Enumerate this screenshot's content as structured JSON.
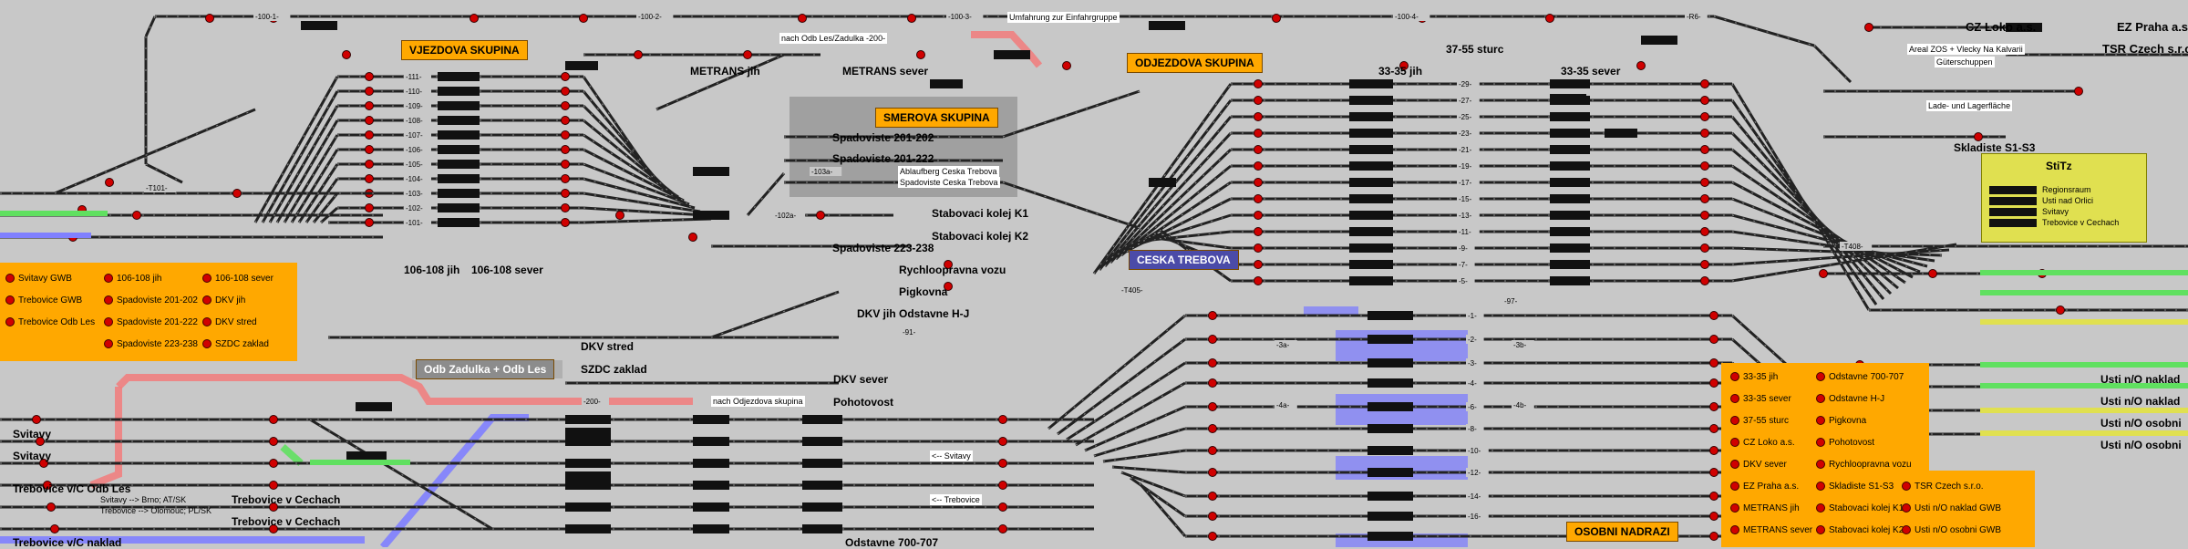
{
  "colors": {
    "background": "#c8c8c8",
    "track": "#222222",
    "signal_red": "#d00000",
    "orange_panel": "#ffa800",
    "grey_panel": "#8c8c8c",
    "blue_panel": "#4b4ba8",
    "yellow_panel": "#e0e050",
    "lavender": "#9090f0",
    "route_red": "#f08080",
    "route_blue": "#8080ff",
    "route_green": "#60e060"
  },
  "groups": {
    "vjezdova": "VJEZDOVA SKUPINA",
    "odjezdova": "ODJEZDOVA SKUPINA",
    "smerova": "SMEROVA SKUPINA",
    "ceska_trebova": "CESKA TREBOVA",
    "odb_zadulka": "Odb Zadulka + Odb Les",
    "osobni": "OSOBNI NADRAZI",
    "stitz": "StiTz"
  },
  "labels": {
    "umfahrung": "Umfahrung zur Einfahrgruppe",
    "nach_odb_les": "nach Odb Les/Zadulka -200-",
    "metrans_sever": "METRANS sever",
    "metrans_jih": "METRANS jih",
    "spad_201_202": "Spadoviste 201-202",
    "spad_201_222": "Spadoviste 201-222",
    "ablaufberg": "Ablaufberg Ceska Trebova",
    "spad_ct": "Spadoviste Ceska Trebova",
    "stab_k1": "Stabovaci kolej K1",
    "stab_k2": "Stabovaci kolej K2",
    "spad_223_238": "Spadoviste 223-238",
    "rychlo": "Rychloopravna vozu",
    "pigkovna": "Pigkovna",
    "dkv_jih": "DKV jih",
    "odstavne_hj": "Odstavne H-J",
    "dkv_stred": "DKV stred",
    "szdc_zaklad": "SZDC zaklad",
    "dkv_sever": "DKV sever",
    "pohotovost": "Pohotovost",
    "odstavne_700": "Odstavne 700-707",
    "svitavy_top": "Svitavy",
    "svitavy_bot": "Svitavy",
    "trebovice_odb_les": "Trebovice v/C Odb Les",
    "trebovice_v_cechach_1": "Trebovice v Cechach",
    "trebovice_v_cechach_2": "Trebovice v Cechach",
    "trebovice_naklad": "Trebovice v/C naklad",
    "svitavy_brno": "Svitavy --> Brno; AT/SK",
    "trebovice_olomouc": "Trebovice --> Olomouc; PL/SK",
    "nach_odjezdova": "nach Odjezdova skupina",
    "arrow_svitavy": "<-- Svitavy",
    "arrow_trebovice": "<-- Trebovice",
    "cz_loko": "CZ Loko a.s.",
    "ez_praha": "EZ Praha a.s.",
    "tsr_czech": "TSR Czech s.r.o.",
    "areal_zos": "Areal ZOS + Vlecky Na Kalvarii",
    "guterschuppen": "Güterschuppen",
    "lade": "Lade- und Lagerfläche",
    "skladiste": "Skladiste S1-S3",
    "33_35_jih": "33-35 jih",
    "33_35_sever": "33-35 sever",
    "37_55_sturc": "37-55 sturc",
    "106_108_jih": "106-108 jih",
    "106_108_sever": "106-108 sever",
    "usti_naklad_1": "Usti n/O naklad",
    "usti_naklad_2": "Usti n/O naklad",
    "usti_osobni_1": "Usti n/O osobni",
    "usti_osobni_2": "Usti n/O osobni"
  },
  "left_panel": [
    {
      "col": 0,
      "row": 0,
      "label": "Svitavy GWB"
    },
    {
      "col": 0,
      "row": 1,
      "label": "Trebovice GWB"
    },
    {
      "col": 0,
      "row": 2,
      "label": "Trebovice Odb Les"
    },
    {
      "col": 1,
      "row": 0,
      "label": "106-108 jih"
    },
    {
      "col": 1,
      "row": 1,
      "label": "Spadoviste 201-202"
    },
    {
      "col": 1,
      "row": 2,
      "label": "Spadoviste 201-222"
    },
    {
      "col": 1,
      "row": 3,
      "label": "Spadoviste 223-238"
    },
    {
      "col": 2,
      "row": 0,
      "label": "106-108 sever"
    },
    {
      "col": 2,
      "row": 1,
      "label": "DKV jih"
    },
    {
      "col": 2,
      "row": 2,
      "label": "DKV stred"
    },
    {
      "col": 2,
      "row": 3,
      "label": "SZDC zaklad"
    }
  ],
  "right_panel": [
    {
      "col": 0,
      "row": 0,
      "label": "33-35 jih"
    },
    {
      "col": 0,
      "row": 1,
      "label": "33-35 sever"
    },
    {
      "col": 0,
      "row": 2,
      "label": "37-55 sturc"
    },
    {
      "col": 0,
      "row": 3,
      "label": "CZ Loko a.s."
    },
    {
      "col": 0,
      "row": 4,
      "label": "DKV sever"
    },
    {
      "col": 0,
      "row": 5,
      "label": "EZ Praha a.s."
    },
    {
      "col": 0,
      "row": 6,
      "label": "METRANS jih"
    },
    {
      "col": 0,
      "row": 7,
      "label": "METRANS sever"
    },
    {
      "col": 1,
      "row": 0,
      "label": "Odstavne 700-707"
    },
    {
      "col": 1,
      "row": 1,
      "label": "Odstavne H-J"
    },
    {
      "col": 1,
      "row": 2,
      "label": "Pigkovna"
    },
    {
      "col": 1,
      "row": 3,
      "label": "Pohotovost"
    },
    {
      "col": 1,
      "row": 4,
      "label": "Rychloopravna vozu"
    },
    {
      "col": 1,
      "row": 5,
      "label": "Skladiste S1-S3"
    },
    {
      "col": 1,
      "row": 6,
      "label": "Stabovaci kolej K1"
    },
    {
      "col": 1,
      "row": 7,
      "label": "Stabovaci kolej K2"
    },
    {
      "col": 2,
      "row": 5,
      "label": "TSR Czech s.r.o."
    },
    {
      "col": 2,
      "row": 6,
      "label": "Usti n/O naklad GWB"
    },
    {
      "col": 2,
      "row": 7,
      "label": "Usti n/O osobni GWB"
    }
  ],
  "stitz_list": [
    "Regionsraum",
    "Usti nad Orlici",
    "Svitavy",
    "Trebovice v Cechach"
  ],
  "track_ids": {
    "top": [
      "-100-1-",
      "-100-2-",
      "-100-3-",
      "-100-4-",
      "-R6-"
    ],
    "vjezd": [
      "-111-",
      "-110-",
      "-109-",
      "-108-",
      "-107-",
      "-106-",
      "-105-",
      "-104-",
      "-103-",
      "-102-",
      "-101-"
    ],
    "odjezd": [
      "-29-",
      "-27-",
      "-25-",
      "-23-",
      "-21-",
      "-19-",
      "-17-",
      "-15-",
      "-13-",
      "-11-",
      "-9-",
      "-7-",
      "-5-"
    ],
    "osobni": [
      "-1-",
      "-2-",
      "-3-",
      "-4-",
      "-6-",
      "-8-",
      "-10-",
      "-12-",
      "-14-",
      "-16-"
    ],
    "misc": [
      "-T101-",
      "-T405-",
      "-T408-",
      "-103a-",
      "-102a-",
      "-91-",
      "-200-",
      "-97-",
      "-3a-",
      "-3b-",
      "-4a-",
      "-4b-"
    ]
  }
}
